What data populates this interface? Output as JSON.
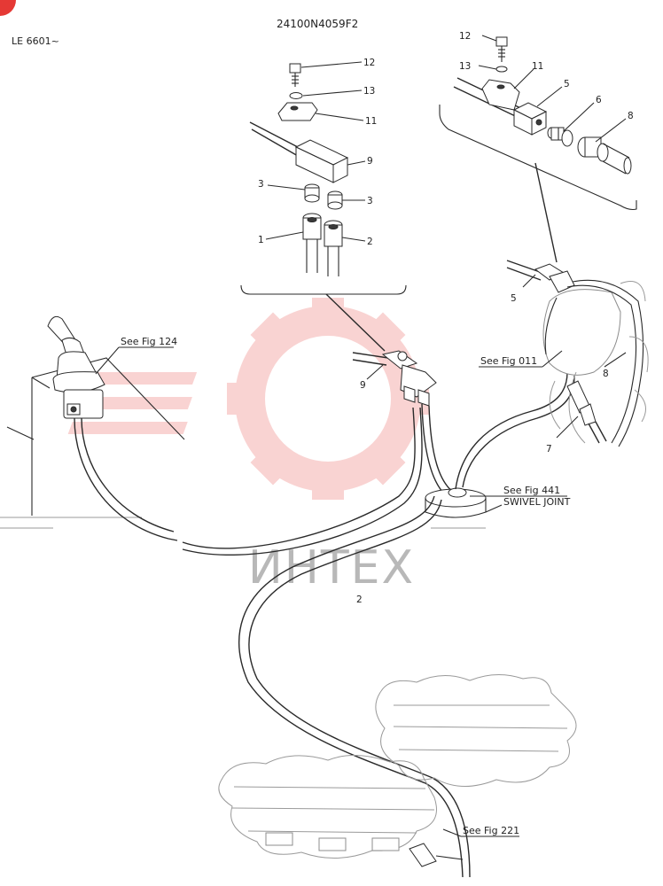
{
  "header": {
    "drawing_number": "24100N4059F2",
    "serial_range": "LE 6601~"
  },
  "watermark": {
    "text": "ИНТЕХ",
    "color": "#e53935"
  },
  "colors": {
    "ink": "#2a2a2a",
    "corner_mark": "#e53935"
  },
  "part_labels": {
    "p1": "1",
    "p2_top": "2",
    "p2_hose": "2",
    "p3_left": "3",
    "p3_right": "3",
    "p5_detail": "5",
    "p5_main": "5",
    "p6": "6",
    "p7": "7",
    "p8_detail": "8",
    "p8_main": "8",
    "p9_detail": "9",
    "p9_main": "9",
    "p11_left": "11",
    "p11_right": "11",
    "p12_left": "12",
    "p12_right": "12",
    "p13_left": "13",
    "p13_right": "13"
  },
  "references": {
    "fig124": "See Fig 124",
    "fig011": "See Fig 011",
    "fig441": "See Fig 441",
    "swivel_joint": "SWIVEL JOINT",
    "fig221": "See Fig 221"
  }
}
